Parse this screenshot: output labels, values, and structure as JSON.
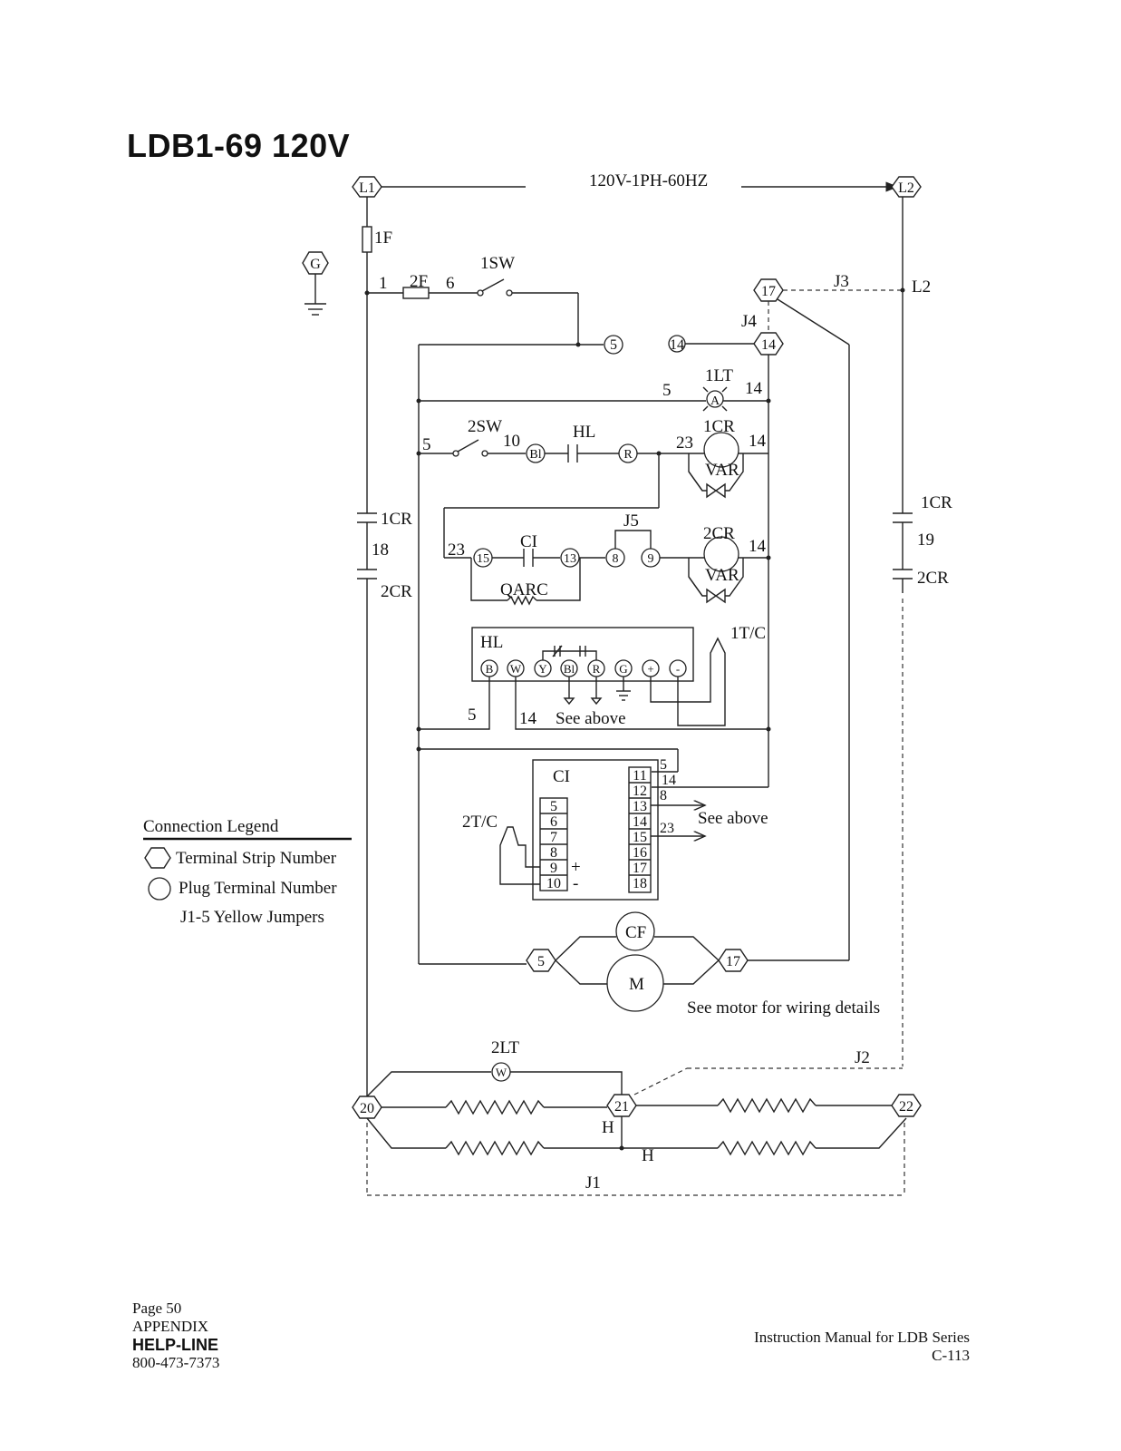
{
  "page_title": "LDB1-69 120V",
  "supply_label": "120V-1PH-60HZ",
  "footer": {
    "page": "Page 50",
    "section": "APPENDIX",
    "helpline": "HELP-LINE",
    "phone": "800-473-7373",
    "manual": "Instruction Manual for LDB Series",
    "code": "C-113"
  },
  "legend": {
    "title": "Connection Legend",
    "terminal_strip": "Terminal Strip Number",
    "plug_terminal": "Plug Terminal Number",
    "jumpers": "J1-5 Yellow Jumpers"
  },
  "labels": {
    "L1": "L1",
    "L2": "L2",
    "L2_side": "L2",
    "G": "G",
    "fuse1": "1F",
    "fuse2": "2F",
    "sw1": "1SW",
    "sw2": "2SW",
    "lt1": "1LT",
    "lt2": "2LT",
    "cr1": "1CR",
    "cr2": "2CR",
    "var": "VAR",
    "hl": "HL",
    "ci": "CI",
    "qarc": "QARC",
    "tc1": "1T/C",
    "tc2": "2T/C",
    "cf": "CF",
    "motor": "M",
    "heater": "H",
    "j1": "J1",
    "j2": "J2",
    "j3": "J3",
    "j4": "J4",
    "j5": "J5",
    "see_above": "See above",
    "motor_note": "See motor for wiring details",
    "plus": "+",
    "minus": "-",
    "pin_a": "A",
    "pin_w": "W"
  },
  "wire_numbers": [
    "1",
    "6",
    "5",
    "10",
    "14",
    "18",
    "19",
    "23",
    "8"
  ],
  "terminal_strip": [
    "17",
    "14",
    "5",
    "20",
    "21",
    "22"
  ],
  "hl_pins": [
    "B",
    "W",
    "Y",
    "Bl",
    "R",
    "G",
    "+",
    "-"
  ],
  "plug_pins": {
    "sw_line": [
      "Bl",
      "R"
    ],
    "row3": [
      "15",
      "13",
      "8",
      "9"
    ],
    "row1": [
      "5",
      "14"
    ]
  },
  "ci_left_pins": [
    "5",
    "6",
    "7",
    "8",
    "9",
    "10"
  ],
  "ci_right_pins": [
    "11",
    "12",
    "13",
    "14",
    "15",
    "16",
    "17",
    "18"
  ],
  "ci_wires": [
    "5",
    "14",
    "8",
    "23"
  ]
}
